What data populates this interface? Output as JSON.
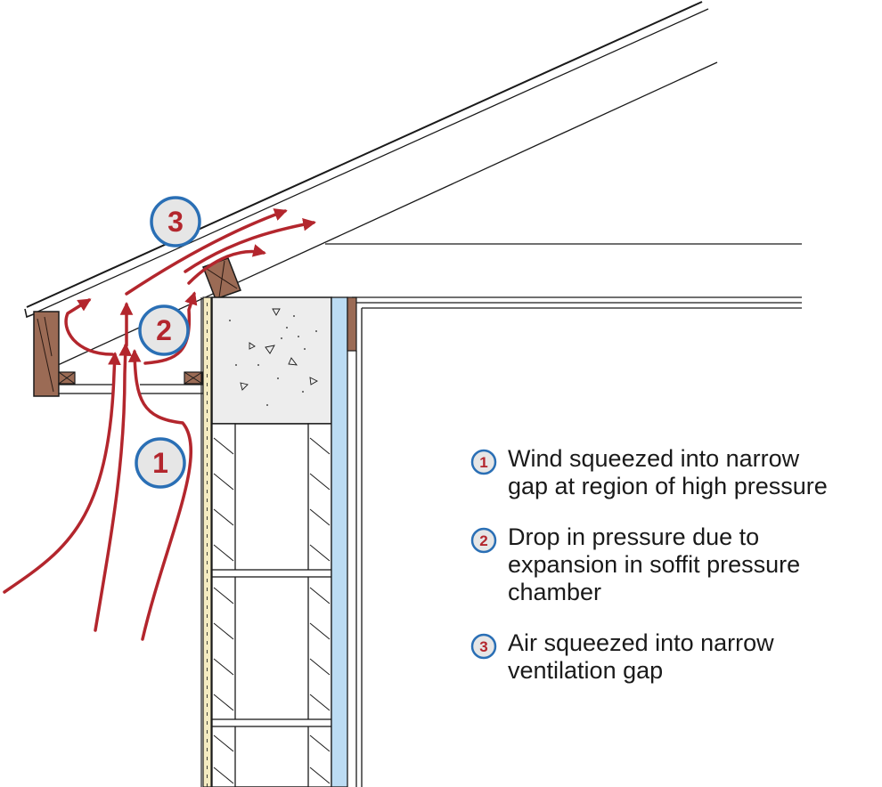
{
  "markers": [
    {
      "id": "1",
      "label": "1"
    },
    {
      "id": "2",
      "label": "2"
    },
    {
      "id": "3",
      "label": "3"
    }
  ],
  "legend": [
    {
      "num": "1",
      "text": "Wind squeezed into narrow\ngap at region of high pressure"
    },
    {
      "num": "2",
      "text": "Drop in pressure due to\nexpansion in soffit pressure\nchamber"
    },
    {
      "num": "3",
      "text": "Air squeezed into narrow\nventilation gap"
    }
  ],
  "colors": {
    "airflow": "#b3262d",
    "marker_ring": "#2a6fb5",
    "marker_fill": "#e6e6e6",
    "wood": "#9b6b55",
    "insulation_blue": "#bcdcf3",
    "sheathing_yellow": "#f5ecc2",
    "concrete": "#ededed"
  }
}
